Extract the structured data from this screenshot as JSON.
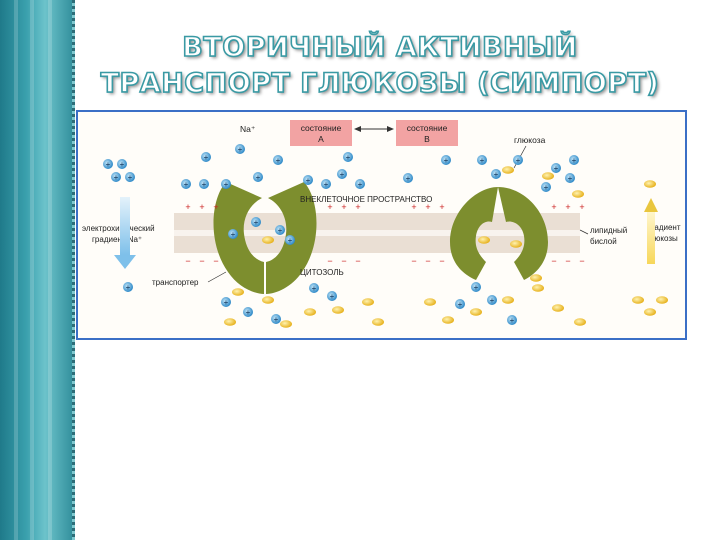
{
  "slide": {
    "title_line1": "ВТОРИЧНЫЙ АКТИВНЫЙ",
    "title_line2": "ТРАНСПОРТ ГЛЮКОЗЫ (СИМПОРТ)"
  },
  "diagram": {
    "na_label": "Na⁺",
    "state_a_line1": "состояние",
    "state_a_line2": "А",
    "state_b_line1": "состояние",
    "state_b_line2": "В",
    "glucose_label": "глюкоза",
    "extracellular_label": "ВНЕКЛЕТОЧНОЕ ПРОСТРАНСТВО",
    "cytosol_label": "ЦИТОЗОЛЬ",
    "transporter_label": "транспортер",
    "na_gradient_line1": "электрохимический",
    "na_gradient_line2": "градиент Na⁺",
    "lipid_line1": "липидный",
    "lipid_line2": "бислой",
    "glucose_gradient_line1": "градиент",
    "glucose_gradient_line2": "глюкозы",
    "plus_sign": "+",
    "minus_sign": "−",
    "colors": {
      "state_box": "#f2a3a3",
      "transporter": "#7d8e2e",
      "na_ion": "#2f8ac8",
      "glucose": "#f2c230",
      "membrane": "#e9dccf",
      "frame": "#3b6fc6"
    }
  }
}
